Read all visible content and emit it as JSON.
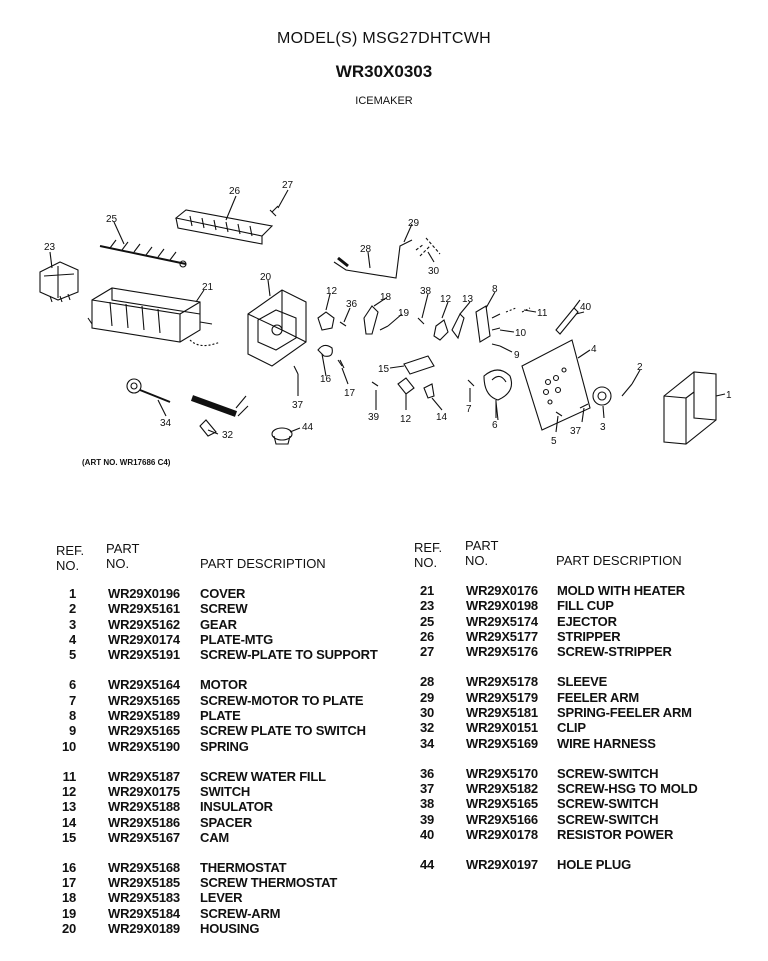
{
  "header": {
    "model": "MODEL(S) MSG27DHTCWH",
    "part_number": "WR30X0303",
    "subtitle": "ICEMAKER"
  },
  "diagram": {
    "art_no": "(ART NO. WR17686 C4)",
    "callouts": [
      "1",
      "2",
      "3",
      "4",
      "5",
      "6",
      "7",
      "8",
      "9",
      "10",
      "11",
      "12",
      "12",
      "12",
      "13",
      "14",
      "15",
      "16",
      "17",
      "18",
      "19",
      "20",
      "21",
      "23",
      "25",
      "26",
      "27",
      "28",
      "29",
      "30",
      "32",
      "34",
      "36",
      "37",
      "37",
      "38",
      "39",
      "40",
      "44"
    ]
  },
  "table": {
    "headers": {
      "ref1": "REF.",
      "ref2": "NO.",
      "part1": "PART",
      "part2": "NO.",
      "desc": "PART DESCRIPTION"
    },
    "left": [
      [
        {
          "ref": "1",
          "part": "WR29X0196",
          "desc": "COVER"
        },
        {
          "ref": "2",
          "part": "WR29X5161",
          "desc": "SCREW"
        },
        {
          "ref": "3",
          "part": "WR29X5162",
          "desc": "GEAR"
        },
        {
          "ref": "4",
          "part": "WR29X0174",
          "desc": "PLATE-MTG"
        },
        {
          "ref": "5",
          "part": "WR29X5191",
          "desc": "SCREW-PLATE TO SUPPORT"
        }
      ],
      [
        {
          "ref": "6",
          "part": "WR29X5164",
          "desc": "MOTOR"
        },
        {
          "ref": "7",
          "part": "WR29X5165",
          "desc": "SCREW-MOTOR TO PLATE"
        },
        {
          "ref": "8",
          "part": "WR29X5189",
          "desc": "PLATE"
        },
        {
          "ref": "9",
          "part": "WR29X5165",
          "desc": "SCREW PLATE TO SWITCH"
        },
        {
          "ref": "10",
          "part": "WR29X5190",
          "desc": "SPRING"
        }
      ],
      [
        {
          "ref": "11",
          "part": "WR29X5187",
          "desc": "SCREW WATER FILL"
        },
        {
          "ref": "12",
          "part": "WR29X0175",
          "desc": "SWITCH"
        },
        {
          "ref": "13",
          "part": "WR29X5188",
          "desc": "INSULATOR"
        },
        {
          "ref": "14",
          "part": "WR29X5186",
          "desc": "SPACER"
        },
        {
          "ref": "15",
          "part": "WR29X5167",
          "desc": "CAM"
        }
      ],
      [
        {
          "ref": "16",
          "part": "WR29X5168",
          "desc": "THERMOSTAT"
        },
        {
          "ref": "17",
          "part": "WR29X5185",
          "desc": "SCREW THERMOSTAT"
        },
        {
          "ref": "18",
          "part": "WR29X5183",
          "desc": "LEVER"
        },
        {
          "ref": "19",
          "part": "WR29X5184",
          "desc": "SCREW-ARM"
        },
        {
          "ref": "20",
          "part": "WR29X0189",
          "desc": "HOUSING"
        }
      ]
    ],
    "right": [
      [
        {
          "ref": "21",
          "part": "WR29X0176",
          "desc": "MOLD WITH HEATER"
        },
        {
          "ref": "23",
          "part": "WR29X0198",
          "desc": "FILL CUP"
        },
        {
          "ref": "25",
          "part": "WR29X5174",
          "desc": "EJECTOR"
        },
        {
          "ref": "26",
          "part": "WR29X5177",
          "desc": "STRIPPER"
        },
        {
          "ref": "27",
          "part": "WR29X5176",
          "desc": "SCREW-STRIPPER"
        }
      ],
      [
        {
          "ref": "28",
          "part": "WR29X5178",
          "desc": "SLEEVE"
        },
        {
          "ref": "29",
          "part": "WR29X5179",
          "desc": "FEELER ARM"
        },
        {
          "ref": "30",
          "part": "WR29X5181",
          "desc": "SPRING-FEELER ARM"
        },
        {
          "ref": "32",
          "part": "WR29X0151",
          "desc": "CLIP"
        },
        {
          "ref": "34",
          "part": "WR29X5169",
          "desc": "WIRE HARNESS"
        }
      ],
      [
        {
          "ref": "36",
          "part": "WR29X5170",
          "desc": "SCREW-SWITCH"
        },
        {
          "ref": "37",
          "part": "WR29X5182",
          "desc": "SCREW-HSG TO MOLD"
        },
        {
          "ref": "38",
          "part": "WR29X5165",
          "desc": "SCREW-SWITCH"
        },
        {
          "ref": "39",
          "part": "WR29X5166",
          "desc": "SCREW-SWITCH"
        },
        {
          "ref": "40",
          "part": "WR29X0178",
          "desc": "RESISTOR POWER"
        }
      ],
      [
        {
          "ref": "44",
          "part": "WR29X0197",
          "desc": "HOLE PLUG"
        }
      ]
    ]
  }
}
